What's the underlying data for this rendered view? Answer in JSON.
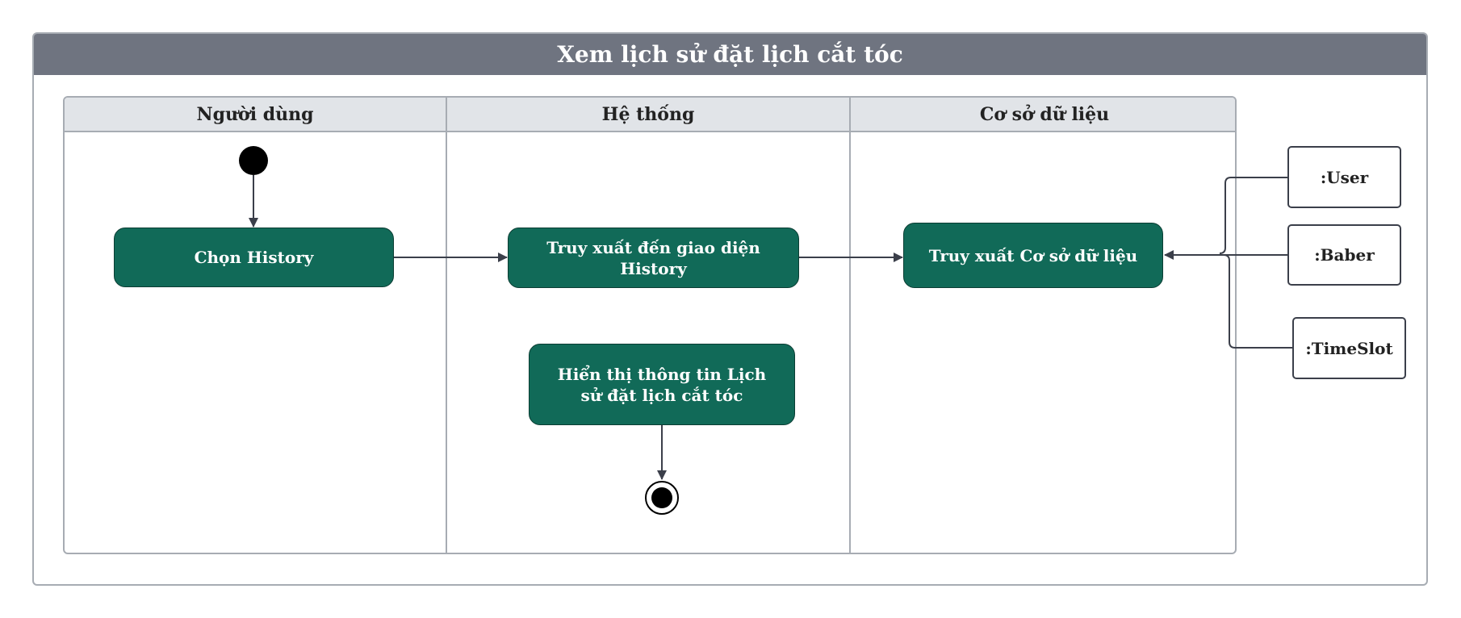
{
  "title": "Xem lịch sử đặt lịch cắt tóc",
  "lanes": [
    {
      "label": "Người dùng"
    },
    {
      "label": "Hệ thống"
    },
    {
      "label": "Cơ sở dữ liệu"
    }
  ],
  "actions": {
    "chon_history": "Chọn History",
    "truy_xuat_giao_dien": "Truy xuất đến  giao diện History",
    "truy_xuat_csdl": "Truy xuất Cơ sở dữ liệu",
    "hien_thi": "Hiển thị thông tin Lịch sử đặt lịch cắt tóc"
  },
  "objects": {
    "user": ":User",
    "baber": ":Baber",
    "timeslot": ":TimeSlot"
  },
  "colors": {
    "header": "#6f7480",
    "lane_header": "#e1e4e8",
    "action_fill": "#116a58",
    "border": "#a7acb3",
    "edge": "#3b3f4a"
  }
}
